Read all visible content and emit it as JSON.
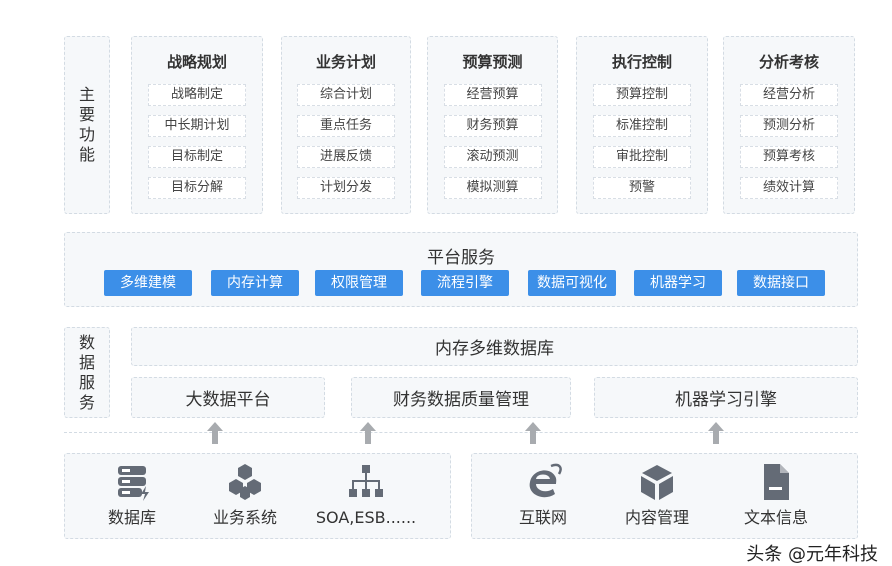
{
  "main_functions": {
    "label": "主要功能",
    "columns": [
      {
        "title": "战略规划",
        "items": [
          "战略制定",
          "中长期计划",
          "目标制定",
          "目标分解"
        ]
      },
      {
        "title": "业务计划",
        "items": [
          "综合计划",
          "重点任务",
          "进展反馈",
          "计划分发"
        ]
      },
      {
        "title": "预算预测",
        "items": [
          "经营预算",
          "财务预算",
          "滚动预测",
          "模拟测算"
        ]
      },
      {
        "title": "执行控制",
        "items": [
          "预算控制",
          "标准控制",
          "审批控制",
          "预警"
        ]
      },
      {
        "title": "分析考核",
        "items": [
          "经营分析",
          "预测分析",
          "预算考核",
          "绩效计算"
        ]
      }
    ]
  },
  "platform": {
    "title": "平台服务",
    "services": [
      "多维建模",
      "内存计算",
      "权限管理",
      "流程引擎",
      "数据可视化",
      "机器学习",
      "数据接口"
    ],
    "accent": "#3c8fe8"
  },
  "data_services": {
    "label": "数据服务",
    "top": "内存多维数据库",
    "bottom": [
      "大数据平台",
      "财务数据质量管理",
      "机器学习引擎"
    ]
  },
  "sources": {
    "left": [
      {
        "icon": "server-icon",
        "label": "数据库"
      },
      {
        "icon": "cubes-icon",
        "label": "业务系统"
      },
      {
        "icon": "sitemap-icon",
        "label": "SOA,ESB......"
      }
    ],
    "right": [
      {
        "icon": "internet-explorer-icon",
        "label": "互联网"
      },
      {
        "icon": "cube-icon",
        "label": "内容管理"
      },
      {
        "icon": "document-icon",
        "label": "文本信息"
      }
    ]
  },
  "watermark": "头条 @元年科技"
}
